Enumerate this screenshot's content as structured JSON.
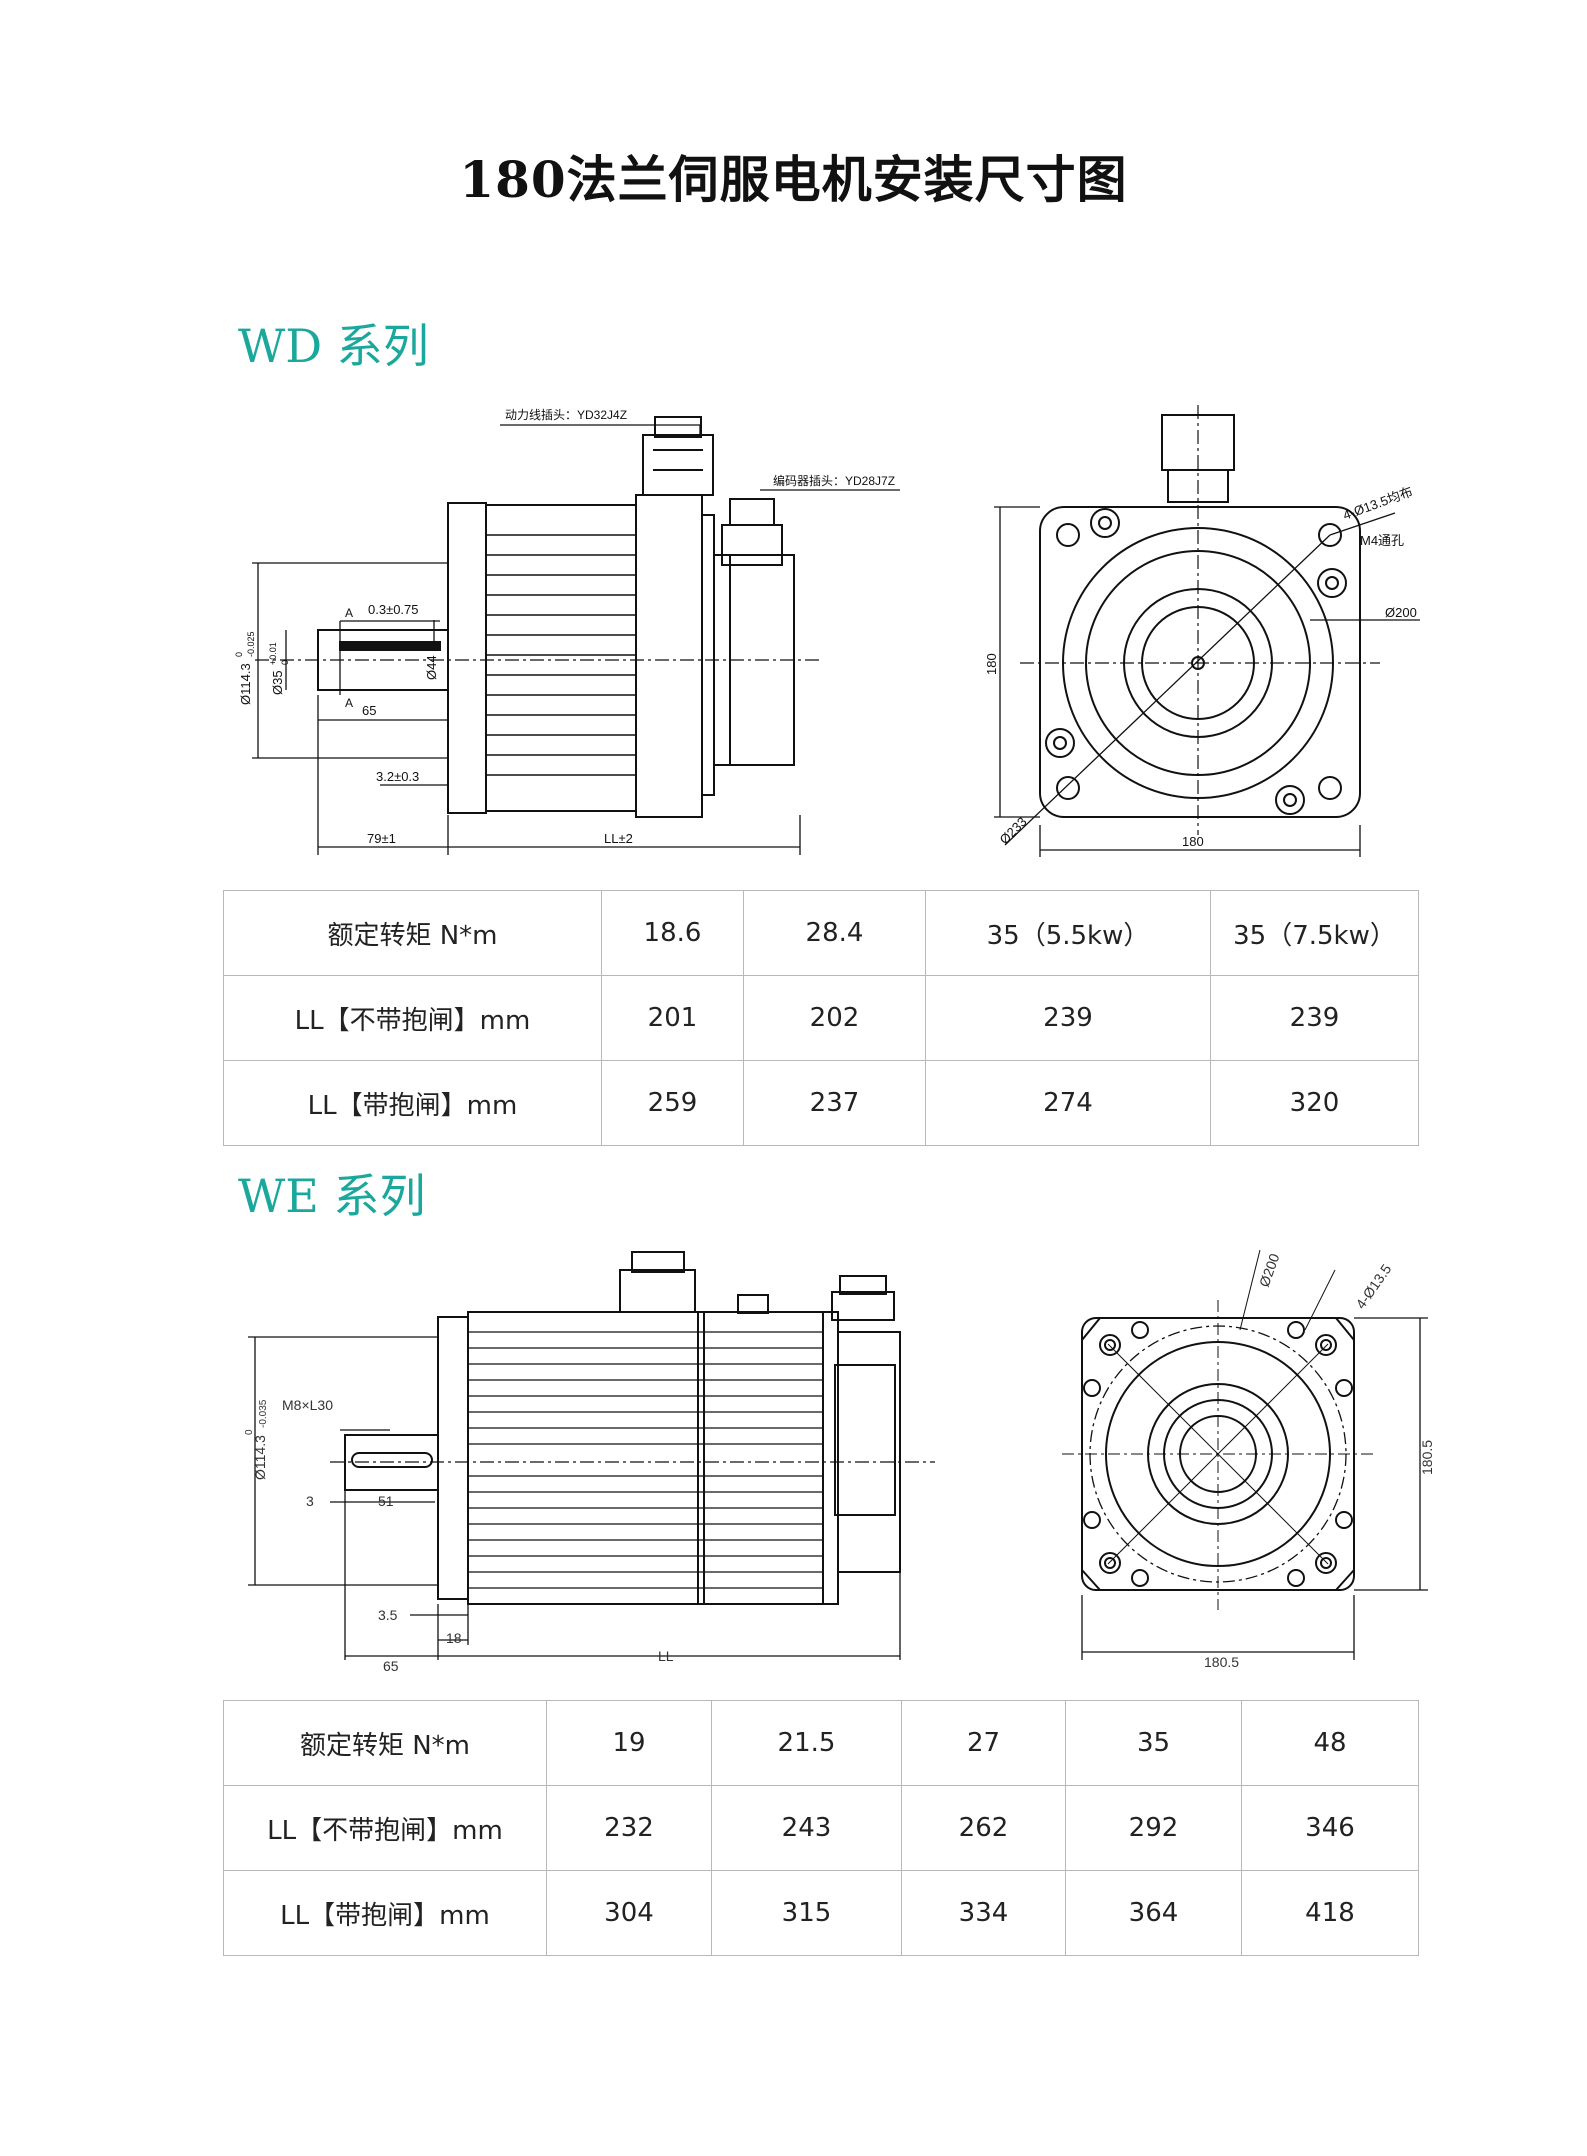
{
  "page_title": "180法兰伺服电机安装尺寸图",
  "colors": {
    "series_heading": "#1aa79c",
    "line": "#111111",
    "table_border": "#b8b8b8"
  },
  "wd": {
    "heading": "WD 系列",
    "labels": {
      "power_connector": "动力线插头：YD32J4Z",
      "encoder_connector": "编码器插头：YD28J7Z",
      "tol_0375": "0.3±0.75",
      "sec_a_top": "A",
      "sec_a_bot": "A",
      "dia_114": "Ø114.3",
      "dia_114_tol_top": "0",
      "dia_114_tol_bot": "-0.025",
      "dia_35": "Ø35",
      "dia_35_tol_top": "+0.01",
      "dia_35_tol_bot": "0",
      "dia_44": "Ø44",
      "len_65": "65",
      "len_32": "3.2±0.3",
      "len_79": "79±1",
      "len_ll": "LL±2",
      "holes": "4-Ø13.5均布",
      "m4": "M4通孔",
      "dia_200": "Ø200",
      "height_180": "180",
      "dia_233": "Ø233",
      "width_180": "180"
    },
    "table": {
      "rows": [
        [
          "额定转矩 N*m",
          "18.6",
          "28.4",
          "35（5.5kw）",
          "35（7.5kw）"
        ],
        [
          "LL【不带抱闸】mm",
          "201",
          "202",
          "239",
          "239"
        ],
        [
          "LL【带抱闸】mm",
          "259",
          "237",
          "274",
          "320"
        ]
      ]
    }
  },
  "we": {
    "heading": "WE 系列",
    "labels": {
      "m8": "M8×L30",
      "dia_114": "Ø114.3",
      "dia_114_tol_top": "0",
      "dia_114_tol_bot": "-0.035",
      "len_3": "3",
      "len_51": "51",
      "len_35": "3.5",
      "len_18": "18",
      "len_65": "65",
      "len_ll": "LL",
      "dia_200": "Ø200",
      "holes": "4-Ø13.5",
      "height_1805": "180.5",
      "width_1805": "180.5"
    },
    "table": {
      "rows": [
        [
          "额定转矩 N*m",
          "19",
          "21.5",
          "27",
          "35",
          "48"
        ],
        [
          "LL【不带抱闸】mm",
          "232",
          "243",
          "262",
          "292",
          "346"
        ],
        [
          "LL【带抱闸】mm",
          "304",
          "315",
          "334",
          "364",
          "418"
        ]
      ]
    }
  }
}
